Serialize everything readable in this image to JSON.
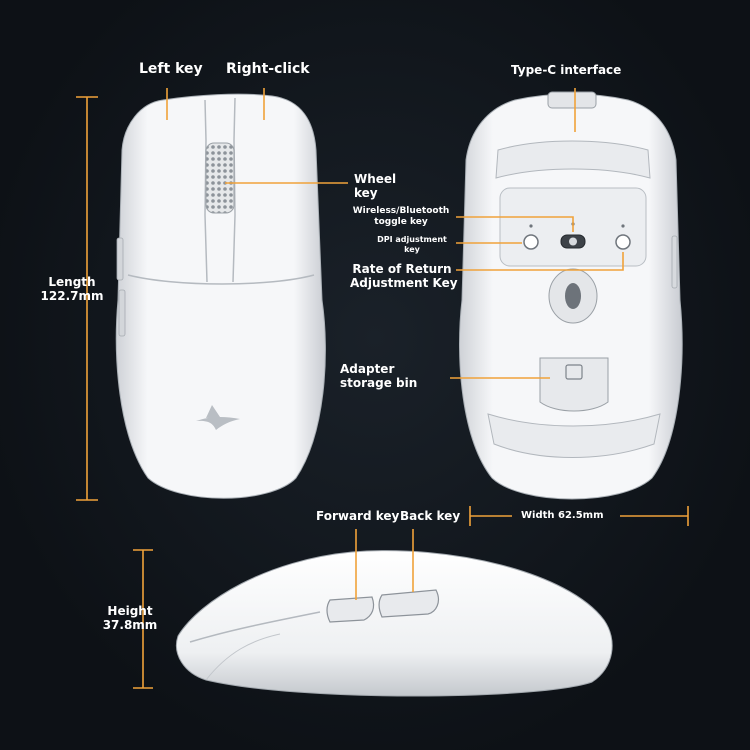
{
  "labels": {
    "left_key": "Left key",
    "right_click": "Right-click",
    "type_c": "Type-C interface",
    "wheel_key_line1": "Wheel",
    "wheel_key_line2": "key",
    "wireless_line1": "Wireless/Bluetooth",
    "wireless_line2": "toggle key",
    "dpi_line1": "DPI adjustment",
    "dpi_line2": "key",
    "rate_line1": "Rate of Return",
    "rate_line2": "Adjustment Key",
    "length_line1": "Length",
    "length_line2": "122.7mm",
    "adapter_line1": "Adapter",
    "adapter_line2": "storage bin",
    "forward_key": "Forward key",
    "back_key": "Back key",
    "width": "Width 62.5mm",
    "height_line1": "Height",
    "height_line2": "37.8mm"
  },
  "colors": {
    "accent": "#f0a23a",
    "background": "#10151b",
    "mouse_body": "#f4f5f7",
    "text": "#ffffff"
  }
}
